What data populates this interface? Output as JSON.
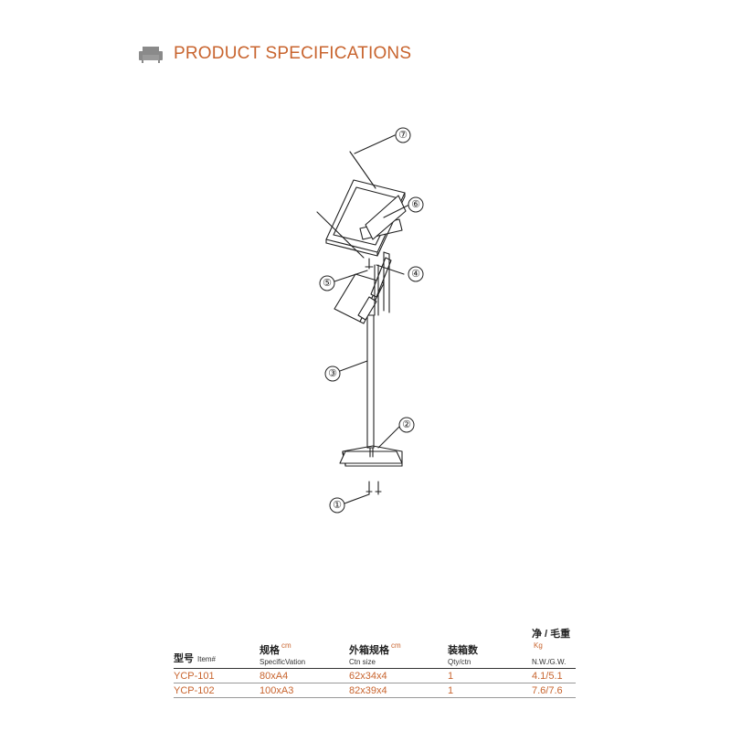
{
  "header": {
    "title": "PRODUCT SPECIFICATIONS",
    "icon": "sofa-icon",
    "accent_color": "#c8642e",
    "icon_color": "#8a8a8a"
  },
  "diagram": {
    "callouts": [
      "①",
      "②",
      "③",
      "④",
      "⑤",
      "⑥",
      "⑦"
    ]
  },
  "table": {
    "headers": [
      {
        "cn": "型号",
        "unit": "",
        "en": "Item#"
      },
      {
        "cn": "规格",
        "unit": "cm",
        "en": "SpecificVation"
      },
      {
        "cn": "外箱规格",
        "unit": "cm",
        "en": "Ctn size"
      },
      {
        "cn": "装箱数",
        "unit": "",
        "en": "Qty/ctn"
      },
      {
        "cn": "净 / 毛重",
        "unit": "Kg",
        "en": "N.W./G.W."
      }
    ],
    "rows": [
      [
        "YCP-101",
        "80xA4",
        "62x34x4",
        "1",
        "4.1/5.1"
      ],
      [
        "YCP-102",
        "100xA3",
        "82x39x4",
        "1",
        "7.6/7.6"
      ]
    ]
  }
}
